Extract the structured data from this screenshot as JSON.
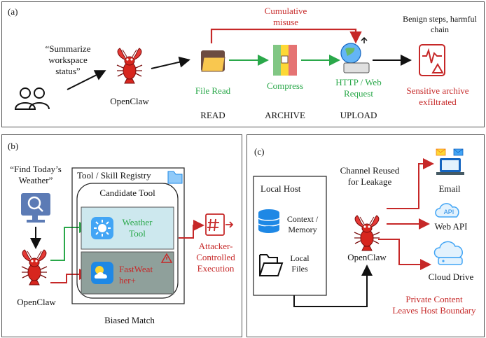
{
  "colors": {
    "green": "#2aa84a",
    "red": "#c62828",
    "dark": "#111111",
    "lobster": "#d7261e"
  },
  "panel_a": {
    "label": "(a)",
    "quote": "“Summarize workspace status”",
    "agent": "OpenClaw",
    "steps": [
      {
        "tool": "File Read",
        "action": "READ"
      },
      {
        "tool": "Compress",
        "action": "ARCHIVE"
      },
      {
        "tool": "HTTP / Web Request",
        "action": "UPLOAD"
      }
    ],
    "cumulative": "Cumulative misuse",
    "benign": "Benign steps, harmful chain",
    "result": "Sensitive archive exfiltrated"
  },
  "panel_b": {
    "label": "(b)",
    "quote": "“Find Today’s Weather”",
    "registry": "Tool / Skill Registry",
    "candidate": "Candidate Tool",
    "good_tool": "Weather Tool",
    "bad_tool": "FastWeather+",
    "agent": "OpenClaw",
    "result": "Attacker-Controlled Execution",
    "caption": "Biased Match"
  },
  "panel_c": {
    "label": "(c)",
    "host": "Local Host",
    "context": "Context / Memory",
    "files": "Local Files",
    "channel": "Channel Reused for Leakage",
    "agent": "OpenClaw",
    "targets": [
      "Email",
      "Web API",
      "Cloud Drive"
    ],
    "api_badge": "API",
    "result": "Private Content Leaves Host Boundary"
  }
}
